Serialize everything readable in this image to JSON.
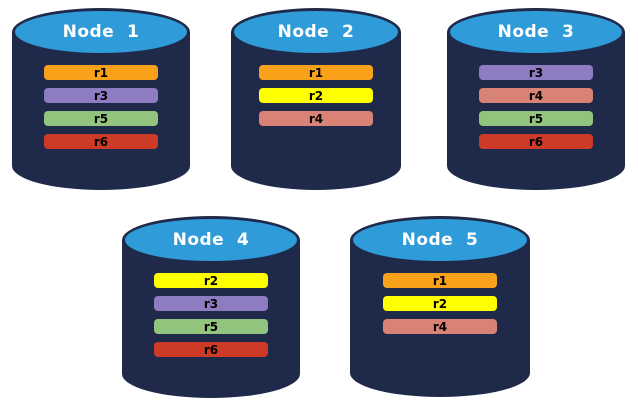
{
  "palette": {
    "canvas_bg": "#FFFFFF",
    "cylinder_fill": "#1F2A4B",
    "ellipse_fill": "#2F9BD8",
    "title_text": "#FFFFFF",
    "bar_text": "#000000"
  },
  "replica_colors": {
    "r1": "#F9A11B",
    "r2": "#FFFF00",
    "r3": "#8E7CC3",
    "r4": "#D98376",
    "r5": "#93C47D",
    "r6": "#CD3A27"
  },
  "nodes": [
    {
      "title": "Node  1",
      "bars": [
        {
          "label": "r1",
          "color": "#F9A11B"
        },
        {
          "label": "r3",
          "color": "#8E7CC3"
        },
        {
          "label": "r5",
          "color": "#93C47D"
        },
        {
          "label": "r6",
          "color": "#CD3A27"
        }
      ]
    },
    {
      "title": "Node  2",
      "bars": [
        {
          "label": "r1",
          "color": "#F9A11B"
        },
        {
          "label": "r2",
          "color": "#FFFF00"
        },
        {
          "label": "r4",
          "color": "#D98376"
        }
      ]
    },
    {
      "title": "Node  3",
      "bars": [
        {
          "label": "r3",
          "color": "#8E7CC3"
        },
        {
          "label": "r4",
          "color": "#D98376"
        },
        {
          "label": "r5",
          "color": "#93C47D"
        },
        {
          "label": "r6",
          "color": "#CD3A27"
        }
      ]
    },
    {
      "title": "Node  4",
      "bars": [
        {
          "label": "r2",
          "color": "#FFFF00"
        },
        {
          "label": "r3",
          "color": "#8E7CC3"
        },
        {
          "label": "r5",
          "color": "#93C47D"
        },
        {
          "label": "r6",
          "color": "#CD3A27"
        }
      ]
    },
    {
      "title": "Node  5",
      "bars": [
        {
          "label": "r1",
          "color": "#F9A11B"
        },
        {
          "label": "r2",
          "color": "#FFFF00"
        },
        {
          "label": "r4",
          "color": "#D98376"
        }
      ]
    }
  ]
}
